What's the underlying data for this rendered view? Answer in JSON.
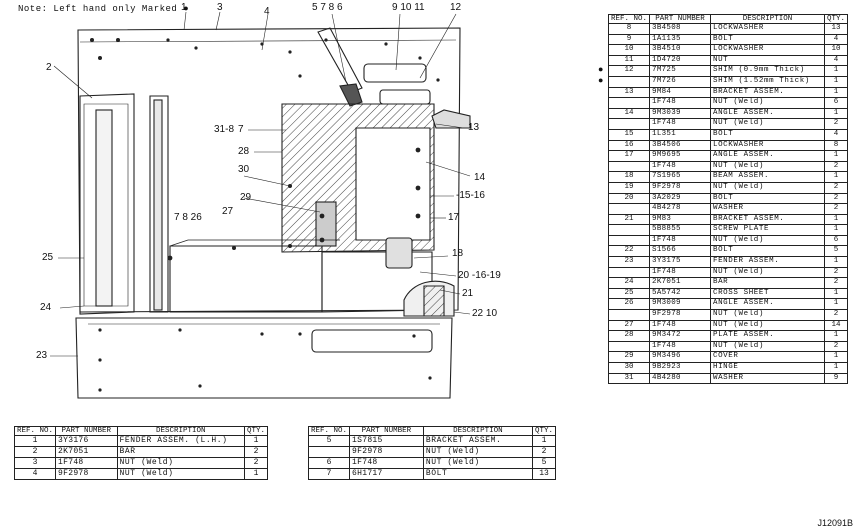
{
  "note": "Note: Left hand only Marked",
  "marker_glyph": "●",
  "figure_id": "J12091B",
  "callouts": {
    "c1": "1",
    "c3": "3",
    "c4": "4",
    "c5786": "5 7 8 6",
    "c91011": "9 10 11",
    "c12": "12",
    "c2": "2",
    "c318": "31-8",
    "c7": "7",
    "c28": "28",
    "c13": "13",
    "c30": "30",
    "c29": "29",
    "c14": "14",
    "c1516": "-15-16",
    "c17": "17",
    "c7826": "7 8 26",
    "c27": "27",
    "c25": "25",
    "c18": "18",
    "c201619": "20 -16-19",
    "c21": "21",
    "c24": "24",
    "c2210": "22 10",
    "c23": "23"
  },
  "table_a": {
    "headers": {
      "ref": "REF. NO.",
      "part": "PART NUMBER",
      "desc": "DESCRIPTION",
      "qty": "QTY."
    },
    "rows": [
      {
        "ref": "1",
        "part": "3Y3176",
        "desc": "FENDER ASSEM. (L.H.)",
        "qty": "1"
      },
      {
        "ref": "2",
        "part": "2K7051",
        "desc": "BAR",
        "qty": "2"
      },
      {
        "ref": "3",
        "part": "1F748",
        "desc": "NUT (Weld)",
        "qty": "2"
      },
      {
        "ref": "4",
        "part": "9F2978",
        "desc": "NUT (Weld)",
        "qty": "1"
      }
    ]
  },
  "table_b": {
    "headers": {
      "ref": "REF. NO.",
      "part": "PART NUMBER",
      "desc": "DESCRIPTION",
      "qty": "QTY."
    },
    "rows": [
      {
        "ref": "5",
        "part": "1S7815",
        "desc": "BRACKET ASSEM.",
        "qty": "1"
      },
      {
        "ref": "",
        "part": "9F2978",
        "desc": "NUT (Weld)",
        "qty": "2"
      },
      {
        "ref": "6",
        "part": "1F748",
        "desc": "NUT (Weld)",
        "qty": "5"
      },
      {
        "ref": "7",
        "part": "6H1717",
        "desc": "BOLT",
        "qty": "13"
      }
    ]
  },
  "table_c": {
    "headers": {
      "ref": "REF. NO.",
      "part": "PART NUMBER",
      "desc": "DESCRIPTION",
      "qty": "QTY."
    },
    "rows": [
      {
        "mark": "",
        "ref": "8",
        "part": "3B4508",
        "desc": "LOCKWASHER",
        "qty": "13"
      },
      {
        "mark": "",
        "ref": "9",
        "part": "1A1135",
        "desc": "BOLT",
        "qty": "4"
      },
      {
        "mark": "",
        "ref": "10",
        "part": "3B4510",
        "desc": "LOCKWASHER",
        "qty": "10"
      },
      {
        "mark": "",
        "ref": "11",
        "part": "1D4720",
        "desc": "NUT",
        "qty": "4"
      },
      {
        "mark": "●",
        "ref": "12",
        "part": "7M725",
        "desc": "SHIM (0.9mm Thick)",
        "qty": "1"
      },
      {
        "mark": "●",
        "ref": "",
        "part": "7M726",
        "desc": "SHIM (1.52mm Thick)",
        "qty": "1"
      },
      {
        "mark": "",
        "ref": "13",
        "part": "9M84",
        "desc": "BRACKET ASSEM.",
        "qty": "1"
      },
      {
        "mark": "",
        "ref": "",
        "part": "1F748",
        "desc": "NUT (Weld)",
        "qty": "6"
      },
      {
        "mark": "",
        "ref": "14",
        "part": "9M3039",
        "desc": "ANGLE ASSEM.",
        "qty": "1"
      },
      {
        "mark": "",
        "ref": "",
        "part": "1F748",
        "desc": "NUT (Weld)",
        "qty": "2"
      },
      {
        "mark": "",
        "ref": "15",
        "part": "1L351",
        "desc": "BOLT",
        "qty": "4"
      },
      {
        "mark": "",
        "ref": "16",
        "part": "3B4506",
        "desc": "LOCKWASHER",
        "qty": "8"
      },
      {
        "mark": "",
        "ref": "17",
        "part": "9M9695",
        "desc": "ANGLE ASSEM.",
        "qty": "1"
      },
      {
        "mark": "",
        "ref": "",
        "part": "1F748",
        "desc": "NUT (Weld)",
        "qty": "2"
      },
      {
        "mark": "",
        "ref": "18",
        "part": "7S1965",
        "desc": "BEAM ASSEM.",
        "qty": "1"
      },
      {
        "mark": "",
        "ref": "19",
        "part": "9F2978",
        "desc": "NUT (Weld)",
        "qty": "2"
      },
      {
        "mark": "",
        "ref": "20",
        "part": "3A2029",
        "desc": "BOLT",
        "qty": "2"
      },
      {
        "mark": "",
        "ref": "",
        "part": "4B4278",
        "desc": "WASHER",
        "qty": "2"
      },
      {
        "mark": "",
        "ref": "21",
        "part": "9M83",
        "desc": "BRACKET ASSEM.",
        "qty": "1"
      },
      {
        "mark": "",
        "ref": "",
        "part": "5B8855",
        "desc": "SCREW PLATE",
        "qty": "1"
      },
      {
        "mark": "",
        "ref": "",
        "part": "1F748",
        "desc": "NUT (Weld)",
        "qty": "6"
      },
      {
        "mark": "",
        "ref": "22",
        "part": "S1566",
        "desc": "BOLT",
        "qty": "5"
      },
      {
        "mark": "",
        "ref": "23",
        "part": "3Y3175",
        "desc": "FENDER ASSEM.",
        "qty": "1"
      },
      {
        "mark": "",
        "ref": "",
        "part": "1F748",
        "desc": "NUT (Weld)",
        "qty": "2"
      },
      {
        "mark": "",
        "ref": "24",
        "part": "2K7051",
        "desc": "BAR",
        "qty": "2"
      },
      {
        "mark": "",
        "ref": "25",
        "part": "5A5742",
        "desc": "CROSS SHEET",
        "qty": "1"
      },
      {
        "mark": "",
        "ref": "26",
        "part": "9M3009",
        "desc": "ANGLE ASSEM.",
        "qty": "1"
      },
      {
        "mark": "",
        "ref": "",
        "part": "9F2978",
        "desc": "NUT (Weld)",
        "qty": "2"
      },
      {
        "mark": "",
        "ref": "27",
        "part": "1F748",
        "desc": "NUT (Weld)",
        "qty": "14"
      },
      {
        "mark": "",
        "ref": "28",
        "part": "9M3472",
        "desc": "PLATE ASSEM.",
        "qty": "1"
      },
      {
        "mark": "",
        "ref": "",
        "part": "1F748",
        "desc": "NUT (Weld)",
        "qty": "2"
      },
      {
        "mark": "",
        "ref": "29",
        "part": "9M3496",
        "desc": "COVER",
        "qty": "1"
      },
      {
        "mark": "",
        "ref": "30",
        "part": "9B2923",
        "desc": "HINGE",
        "qty": "1"
      },
      {
        "mark": "",
        "ref": "31",
        "part": "4B4280",
        "desc": "WASHER",
        "qty": "9"
      }
    ]
  }
}
